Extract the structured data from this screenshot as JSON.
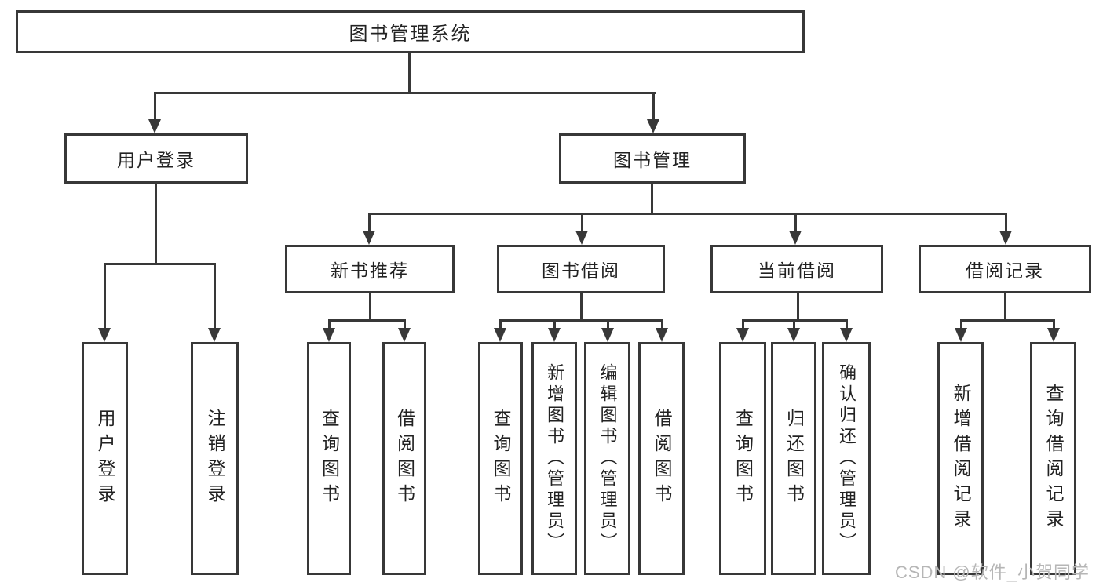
{
  "diagram": {
    "title": "图书管理系统",
    "level1": {
      "user_login": "用户登录",
      "book_mgmt": "图书管理"
    },
    "level2": {
      "new_books": "新书推荐",
      "book_borrow": "图书借阅",
      "current_borrow": "当前借阅",
      "borrow_records": "借阅记录"
    },
    "leaves": {
      "user_login": [
        "用户登录",
        "注销登录"
      ],
      "new_books": [
        "查询图书",
        "借阅图书"
      ],
      "book_borrow": [
        "查询图书",
        "新增图书（管理员）",
        "编辑图书（管理员）",
        "借阅图书"
      ],
      "current_borrow": [
        "查询图书",
        "归还图书",
        "确认归还（管理员）"
      ],
      "borrow_records": [
        "新增借阅记录",
        "查询借阅记录"
      ]
    }
  },
  "watermark": "CSDN @软件_小贺同学",
  "colors": {
    "line": "#383838",
    "text": "#222222",
    "watermark": "#b6b6b6",
    "background": "#ffffff"
  }
}
